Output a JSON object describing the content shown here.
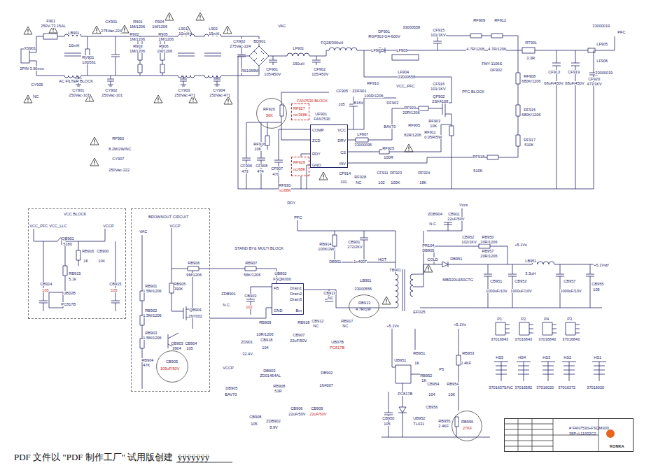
{
  "diagram": {
    "nodes": [
      {
        "text": [
          "RF926",
          "56K"
        ]
      },
      {
        "text": [
          "RF927",
          "nc/368K"
        ]
      },
      {
        "text": [
          "COMP",
          "ZCD",
          "RDY",
          "GND",
          "VCC",
          "DRV",
          "CS",
          "INV"
        ]
      },
      {
        "text": [
          "RF929",
          "nc/68K"
        ]
      },
      {
        "text": [
          "VCC BLOCK"
        ]
      },
      {
        "text": [
          "BROWNOUT CIRCUIT"
        ]
      },
      {
        "text": [
          "CB905",
          "105uF/50V"
        ],
        "in": 5
      },
      {
        "text": [
          "FB",
          "Drain1",
          "Drain2",
          "Drain3",
          "GND",
          "Bm"
        ]
      },
      {
        "text": [
          "RB913",
          "4.7R/1W"
        ]
      },
      {
        "text": [
          "RB956",
          "27KF"
        ]
      },
      {
        "text": [
          "# FAN7530+FSQM300",
          "35P+L11002C2",
          "KONKA"
        ]
      }
    ],
    "labels": [
      "F901",
      "250V-T3.15AL",
      "LB901",
      "10mH",
      "XS901",
      "2PIN-3.96mm",
      "CY905",
      "NC",
      "AC FILTER BLOCK",
      "RV901",
      "10D561",
      "CX901",
      "275Vac-224",
      "CY901",
      "250Vac-101",
      "CY902",
      "250Vac-101",
      "R901",
      "1M/1206",
      "R902",
      "1M/1206",
      "R903",
      "1M/1206",
      "R904",
      "1M/1206",
      "R905",
      "1M/1206",
      "R906",
      "1M/1206",
      "L901",
      "10mH",
      "CY903",
      "250Vac-471",
      "L902",
      "15mH",
      "CY904",
      "250Vac-471",
      "CX902",
      "275Vac-224",
      "BD901",
      "RS1065M",
      "VAC",
      "LF901",
      "150uH",
      "CF901",
      "105/450V",
      "CF902",
      "105/450V",
      "DF901",
      "RGP30J-G4-600V",
      "33000558",
      "FQ28/300uH",
      "LF902",
      "LF903",
      "LF904",
      "33000558",
      "CF915",
      "101/1KV",
      "RF909",
      "4.7R/1206",
      "RF912",
      "4.7R/1206",
      "FMY-1106S",
      "DF902",
      "RT901",
      "3.3R",
      "33000019",
      "LF905",
      "LF906",
      "33000019",
      "PFC",
      "RF908",
      "680K/1206",
      "CF913",
      "68uF/450V",
      "CF919",
      "68uF/450V",
      "CF920",
      "473/1KV",
      "CF916",
      "101/1KV",
      "PFC BLOCK",
      "QF902",
      "2SK4108",
      "RF915",
      "680K/1206",
      "RF917",
      "510K",
      "RF918",
      "510K",
      "FAN7530 BLOCK",
      "CF905",
      "105",
      "ZDF901",
      "B16V",
      "RF910",
      "100R/1206",
      "VCC_PFC",
      "DF903",
      "BAV70",
      "RF920",
      "20R/1206",
      "RF905",
      "82R/1206",
      "RF903",
      "10K",
      "RF911",
      "0.05R/5W",
      "UF901",
      "FAN7530",
      "LF907",
      "33000095",
      "RF925",
      "100R",
      "RF916",
      "10K",
      "CF906",
      "473",
      "CF908",
      "474",
      "CF907",
      "470",
      "RF930",
      "nc/68K",
      "RDY",
      "CF914",
      "101",
      "RF928",
      "NC",
      "CF911",
      "102",
      "RF923",
      "100K",
      "RF924",
      "18K",
      "RF950",
      "8.2M/2W/NC",
      "CY907",
      "250Vac-222",
      "VCC_PFC",
      "VCC_LLC",
      "VCCP",
      "QB901",
      "5180",
      "RB916",
      "1K",
      "CB900",
      "104",
      "RB915",
      "5.1k",
      "CB914",
      "105",
      "CB915",
      "105",
      "UB02B",
      "PC817B",
      "VAC",
      "VCCP",
      "RB901",
      "1.5M/1206",
      "RB905",
      "390K",
      "RB902",
      "1.5M/1206",
      "RB903",
      "1.5M/1206",
      "QB904",
      "2N7002",
      "QB903",
      "3904",
      "CB904",
      "105",
      "RB904",
      "47K",
      "PFC",
      "STAND BY& MULTI BLOCK",
      "RB914",
      "100K/2W",
      "CB901",
      "272/2KV",
      "DB901",
      "1n4007",
      "RB906",
      "9M/1206",
      "RB907",
      "56K/1206",
      "UB802",
      "FSQM300",
      "ZDB901",
      "N.C",
      "CB903",
      "102",
      "CB913",
      "NC",
      "LB901",
      "33000556",
      "RB909",
      "10R/1206",
      "CB918",
      "104",
      "RB918",
      "CB912",
      "NC",
      "RB917",
      "NC",
      "CB907",
      "22uF/50V",
      "UB07B",
      "PC817B",
      "ZD901",
      "32.4V",
      "VCCP",
      "DB903",
      "ZD01454AL",
      "DB902",
      "1N4007",
      "DB905",
      "BAV70",
      "RB908",
      "51R",
      "CB908",
      "105",
      "ZDB902",
      "8.9V",
      "CB906",
      "22uF/50V",
      "CB909",
      "22uF/50V",
      "Vccs",
      "ZDB904",
      "N.C",
      "CB911",
      "22uF/50V",
      "PR104",
      "DB905",
      "HOT",
      "COLD",
      "TB901",
      "CB952",
      "102/1KV",
      "RB950",
      "20R/1206",
      "RB957",
      "20R/1206",
      "DB951",
      "MBR20H150CTG",
      "+5.1Vs",
      "LB951",
      "3.3uH",
      "+5.1Vsb",
      "CB951",
      "1000uF/10V",
      "CB953",
      "1000uF/10V",
      "CB957",
      "1000uF/10V",
      "CB955",
      "105",
      "EFD25",
      "+5.1Vs",
      "+5.1Vs",
      "RB951",
      "1K",
      "RB953",
      "2.4KF",
      "UB951",
      "RB952",
      "1K",
      "P5",
      "PC817B",
      "CB954",
      "104",
      "RB954",
      "10K",
      "CB956",
      "UB952",
      "TL431",
      "CB950",
      "105",
      "RB955",
      "2.4KF",
      "P1",
      "37016843",
      "P2",
      "37016843",
      "P4",
      "37016843",
      "P3",
      "37016843",
      "HS5",
      "37016375/NC",
      "HS4",
      "37016582",
      "HS3",
      "37016020",
      "HS2",
      "37016372",
      "HS1",
      "37016020",
      "PDF 文件以 \"PDF 制作工厂\" 试用版创建  ÿÿÿÿÿÿÿ"
    ]
  }
}
